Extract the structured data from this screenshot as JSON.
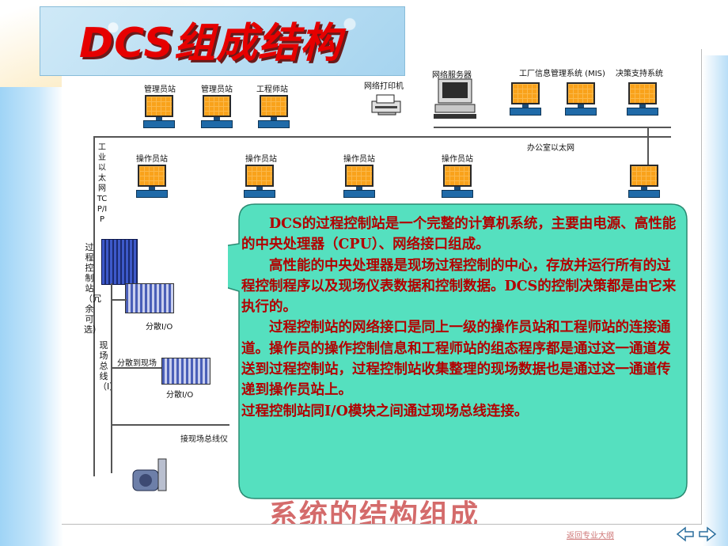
{
  "slide": {
    "title": "DCS组成结构"
  },
  "diagram": {
    "top_row": {
      "stations": [
        "管理员站",
        "管理员站",
        "工程师站"
      ],
      "printer_label": "网络打印机",
      "server_label": "网络服务器",
      "mis_label": "工厂信息管理系统 (MIS)",
      "decision_label": "决策支持系统"
    },
    "office_network_label": "办公室以太网",
    "industrial_network_label": "工业以太网 TCP/IP",
    "operator_row": {
      "stations": [
        "操作员站",
        "操作员站",
        "操作员站",
        "操作员站"
      ]
    },
    "process_station_label": "过程控制站（冗余可选）",
    "fieldbus_label": "现场总线（I）",
    "io": {
      "distributed_io_1": "分散I/O",
      "distributed_to_field": "分散到现场",
      "distributed_io_2": "分散I/O",
      "fieldbus_instrument": "接现场总线仪"
    }
  },
  "callout": {
    "paragraphs": [
      "DCS的过程控制站是一个完整的计算机系统，主要由电源、高性能的中央处理器（CPU）、网络接口组成。",
      "高性能的中央处理器是现场过程控制的中心，存放并运行所有的过程控制程序以及现场仪表数据和控制数据。DCS的控制决策都是由它来执行的。",
      "过程控制站的网络接口是同上一级的操作员站和工程师站的连接通道。操作员的操作控制信息和工程师站的组态程序都是通过这一通道发送到过程控制站，过程控制站收集整理的现场数据也是通过这一通道传递到操作员站上。",
      "过程控制站同I/O模块之间通过现场总线连接。"
    ],
    "fill_color": "#55e0bf",
    "text_color": "#b30000"
  },
  "footer": {
    "partial_text": "系统的结构组成",
    "nav_link": "返回专业大纲"
  }
}
